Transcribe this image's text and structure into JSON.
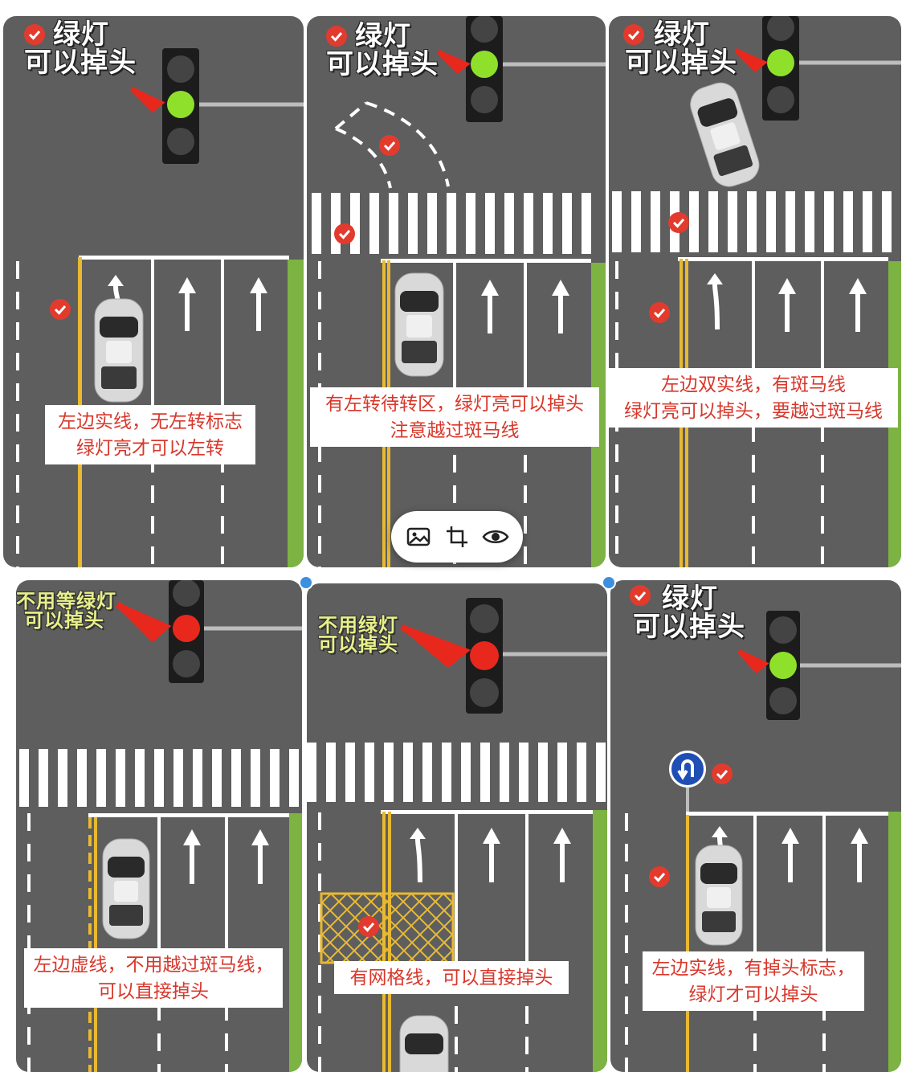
{
  "colors": {
    "road": "#5e5e5e",
    "lane_white": "#ffffff",
    "lane_yellow": "#e8b931",
    "grass": "#7cb342",
    "signal_green": "#8fe02b",
    "signal_red": "#e8281d",
    "caption_red": "#d8372b",
    "check_red": "#e23b2e"
  },
  "panels": [
    {
      "heading": [
        "绿灯",
        "可以掉头"
      ],
      "heading_style": "white",
      "signal": "green",
      "caption": [
        "左边实线，无左转标志",
        "绿灯亮才可以左转"
      ]
    },
    {
      "heading": [
        "绿灯",
        "可以掉头"
      ],
      "heading_style": "white",
      "signal": "green",
      "caption": [
        "有左转待转区，绿灯亮可以掉头",
        "注意越过斑马线"
      ]
    },
    {
      "heading": [
        "绿灯",
        "可以掉头"
      ],
      "heading_style": "white",
      "signal": "green",
      "caption": [
        "左边双实线，有斑马线",
        "绿灯亮可以掉头，要越过斑马线"
      ]
    },
    {
      "heading": [
        "不用等绿灯",
        "可以掉头"
      ],
      "heading_style": "yellow",
      "signal": "red",
      "caption": [
        "左边虚线，不用越过斑马线，",
        "可以直接掉头"
      ]
    },
    {
      "heading": [
        "不用绿灯",
        "可以掉头"
      ],
      "heading_style": "yellow",
      "signal": "red",
      "caption": [
        "有网格线，可以直接掉头"
      ]
    },
    {
      "heading": [
        "绿灯",
        "可以掉头"
      ],
      "heading_style": "white",
      "signal": "green",
      "sign_icon": "u-turn-sign-icon",
      "caption": [
        "左边实线，有掉头标志，",
        "绿灯才可以掉头"
      ]
    }
  ],
  "toolbar": {
    "icons": [
      "image-icon",
      "crop-icon",
      "eye-icon"
    ]
  }
}
